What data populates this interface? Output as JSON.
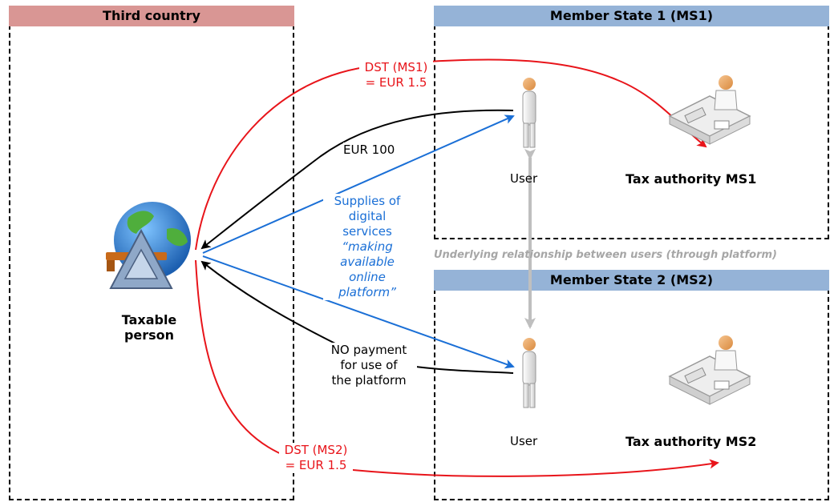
{
  "panels": {
    "third_country": "Third country",
    "ms1": "Member State 1 (MS1)",
    "ms2": "Member State 2 (MS2)"
  },
  "actors": {
    "taxable_person": "Taxable\nperson",
    "user_ms1": "User",
    "user_ms2": "User",
    "tax_authority_ms1": "Tax authority MS1",
    "tax_authority_ms2": "Tax authority MS2"
  },
  "flows": {
    "dst_ms1": "DST (MS1)\n= EUR 1.5",
    "eur_100": "EUR 100",
    "supplies_plain": "Supplies of\ndigital\nservices",
    "supplies_italic": "“making\navailable\nonline\nplatform”",
    "no_payment": "NO payment\nfor use of\nthe platform",
    "dst_ms2": "DST (MS2)\n= EUR 1.5",
    "underlying": "Underlying relationship between users (through platform)"
  },
  "colors": {
    "third_header": "#d99694",
    "ms_header": "#95b3d7",
    "dst_arrow": "#e8141a",
    "supply_arrow": "#1a6fd6",
    "payment_arrow": "#000000",
    "relationship_arrow": "#bfbfbf"
  },
  "icons": {
    "taxable_person": "globe-with-pyramid-icon",
    "user": "person-icon",
    "tax_authority": "office-worker-desk-icon"
  }
}
